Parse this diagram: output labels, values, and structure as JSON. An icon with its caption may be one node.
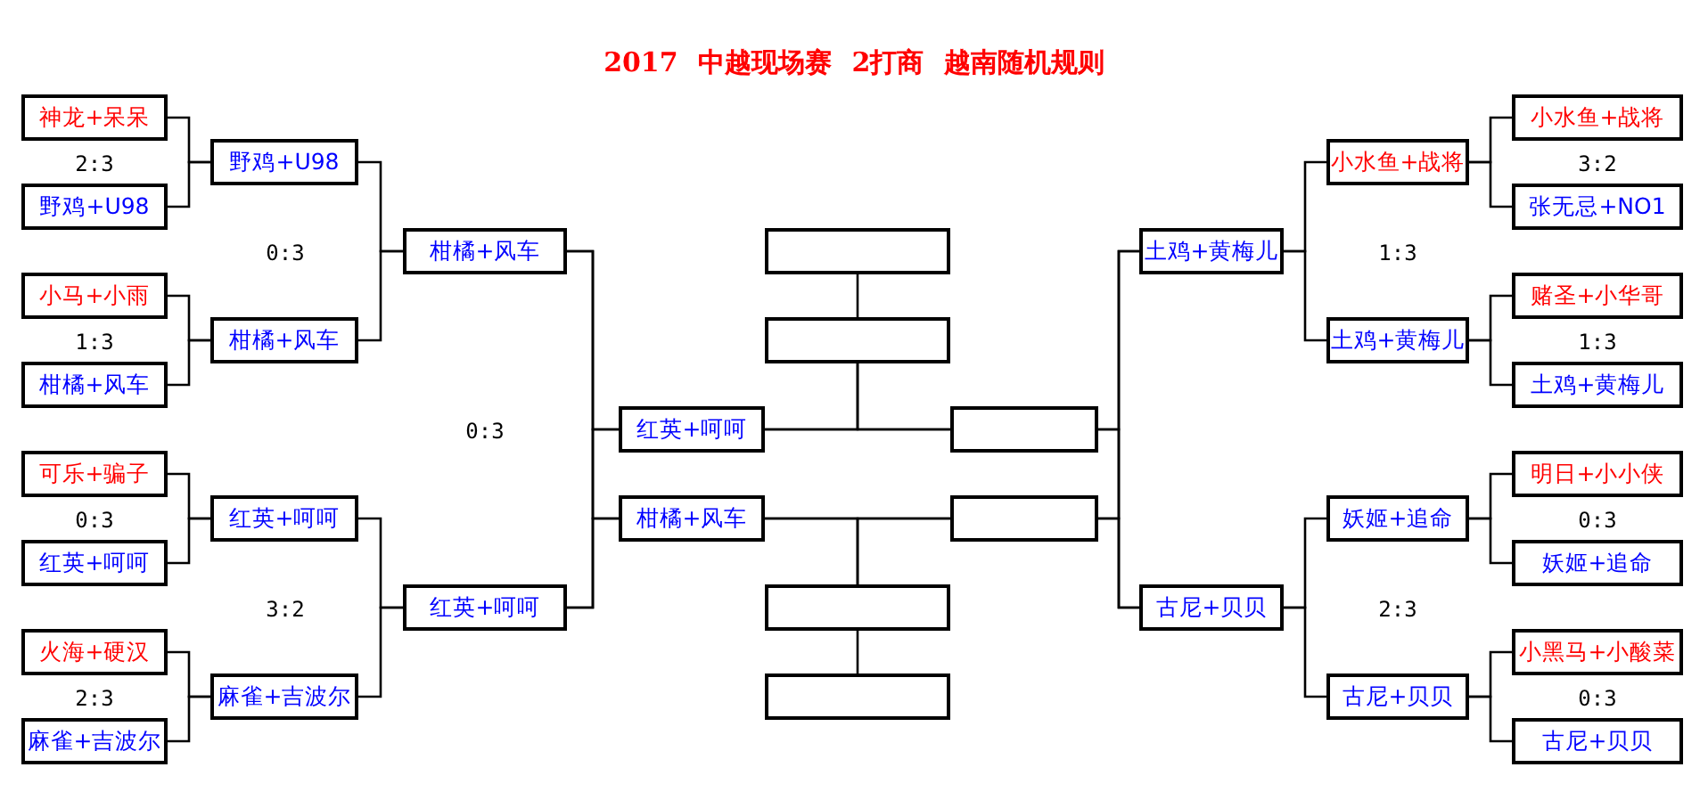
{
  "diagram": {
    "title": "2017 中越现场赛 2打商 越南随机规则",
    "nodes": [
      {
        "text": [
          "神龙+呆呆"
        ]
      },
      {
        "text": [
          "野鸡+U98"
        ]
      },
      {
        "text": [
          "小马+小雨"
        ]
      },
      {
        "text": [
          "柑橘+风车"
        ]
      },
      {
        "text": [
          "可乐+骗子"
        ]
      },
      {
        "text": [
          "红英+呵呵"
        ]
      },
      {
        "text": [
          "火海+硬汉"
        ]
      },
      {
        "text": [
          "麻雀+吉波尔"
        ]
      },
      {
        "text": [
          "野鸡+U98"
        ]
      },
      {
        "text": [
          "柑橘+风车"
        ]
      },
      {
        "text": [
          "红英+呵呵"
        ]
      },
      {
        "text": [
          "麻雀+吉波尔"
        ]
      },
      {
        "text": [
          "柑橘+风车"
        ]
      },
      {
        "text": [
          "红英+呵呵"
        ]
      },
      {
        "text": [
          "红英+呵呵"
        ]
      },
      {
        "text": [
          "柑橘+风车"
        ]
      },
      {
        "text": [],
        "shape": "box"
      },
      {
        "text": [],
        "shape": "box"
      },
      {
        "text": [],
        "shape": "box"
      },
      {
        "text": [],
        "shape": "box"
      },
      {
        "text": [],
        "shape": "box"
      },
      {
        "text": [],
        "shape": "box"
      },
      {
        "text": [
          "土鸡+黄梅儿"
        ]
      },
      {
        "text": [
          "古尼+贝贝"
        ]
      },
      {
        "text": [
          "小水鱼+战将"
        ]
      },
      {
        "text": [
          "土鸡+黄梅儿"
        ]
      },
      {
        "text": [
          "妖姬+追命"
        ]
      },
      {
        "text": [
          "古尼+贝贝"
        ]
      },
      {
        "text": [
          "小水鱼+战将"
        ]
      },
      {
        "text": [
          "张无忌+NO1"
        ]
      },
      {
        "text": [
          "赌圣+小华哥"
        ]
      },
      {
        "text": [
          "土鸡+黄梅儿"
        ]
      },
      {
        "text": [
          "明日+小小侠"
        ]
      },
      {
        "text": [
          "妖姬+追命"
        ]
      },
      {
        "text": [
          "小黑马+小酸菜"
        ]
      },
      {
        "text": [
          "古尼+贝贝"
        ]
      }
    ],
    "edges": [
      {
        "from": 0,
        "to": 8,
        "arrow": "none"
      },
      {
        "from": 1,
        "to": 8,
        "arrow": "none"
      },
      {
        "from": 2,
        "to": 9,
        "arrow": "none"
      },
      {
        "from": 3,
        "to": 9,
        "arrow": "none"
      },
      {
        "from": 4,
        "to": 10,
        "arrow": "none"
      },
      {
        "from": 5,
        "to": 10,
        "arrow": "none"
      },
      {
        "from": 6,
        "to": 11,
        "arrow": "none"
      },
      {
        "from": 7,
        "to": 11,
        "arrow": "none"
      },
      {
        "from": 8,
        "to": 12,
        "arrow": "none"
      },
      {
        "from": 9,
        "to": 12,
        "arrow": "none"
      },
      {
        "from": 10,
        "to": 13,
        "arrow": "none"
      },
      {
        "from": 11,
        "to": 13,
        "arrow": "none"
      },
      {
        "from": 12,
        "to": 14,
        "arrow": "none"
      },
      {
        "from": 12,
        "to": 15,
        "arrow": "none"
      },
      {
        "from": 13,
        "to": 14,
        "arrow": "none"
      },
      {
        "from": 13,
        "to": 15,
        "arrow": "none"
      },
      {
        "from": 14,
        "to": 20,
        "arrow": "none"
      },
      {
        "from": 17,
        "to": 14,
        "arrow": "none"
      },
      {
        "from": 17,
        "to": 20,
        "arrow": "none"
      },
      {
        "from": 16,
        "to": 17,
        "arrow": "none"
      },
      {
        "from": 15,
        "to": 21,
        "arrow": "none"
      },
      {
        "from": 18,
        "to": 15,
        "arrow": "none"
      },
      {
        "from": 18,
        "to": 21,
        "arrow": "none"
      },
      {
        "from": 19,
        "to": 18,
        "arrow": "none"
      },
      {
        "from": 22,
        "to": 20,
        "arrow": "none"
      },
      {
        "from": 22,
        "to": 21,
        "arrow": "none"
      },
      {
        "from": 23,
        "to": 20,
        "arrow": "none"
      },
      {
        "from": 23,
        "to": 21,
        "arrow": "none"
      },
      {
        "from": 24,
        "to": 22,
        "arrow": "none"
      },
      {
        "from": 25,
        "to": 22,
        "arrow": "none"
      },
      {
        "from": 26,
        "to": 23,
        "arrow": "none"
      },
      {
        "from": 27,
        "to": 23,
        "arrow": "none"
      },
      {
        "from": 28,
        "to": 24,
        "arrow": "none"
      },
      {
        "from": 29,
        "to": 24,
        "arrow": "none"
      },
      {
        "from": 30,
        "to": 25,
        "arrow": "none"
      },
      {
        "from": 31,
        "to": 25,
        "arrow": "none"
      },
      {
        "from": 32,
        "to": 26,
        "arrow": "none"
      },
      {
        "from": 33,
        "to": 26,
        "arrow": "none"
      },
      {
        "from": 34,
        "to": 27,
        "arrow": "none"
      },
      {
        "from": 35,
        "to": 27,
        "arrow": "none"
      }
    ],
    "labels": [
      "2:3",
      "3:2",
      "0:3",
      "1:3",
      "1:3",
      "1:3",
      "0:3",
      "0:3",
      "0:3",
      "3:2",
      "2:3",
      "2:3",
      "0:3"
    ]
  }
}
